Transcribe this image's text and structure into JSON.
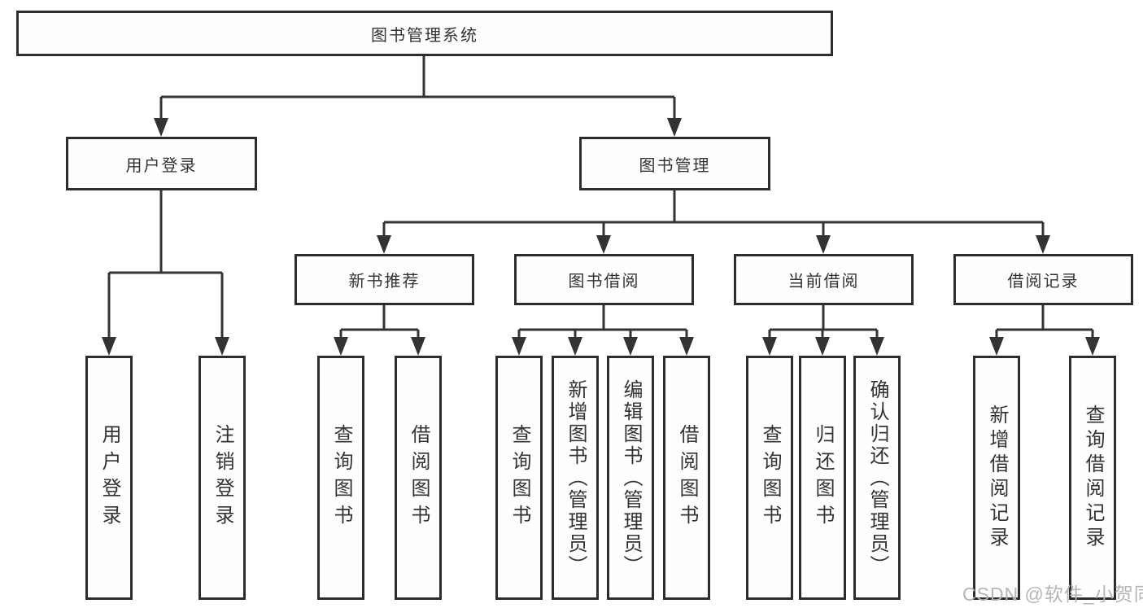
{
  "diagram": {
    "watermark": "CSDN @软件_小贺同学",
    "colors": {
      "line": "#333333",
      "box_border": "#2d2d2d",
      "text": "#333333",
      "background": "#ffffff",
      "watermark": "#b5b5b5"
    },
    "tree": {
      "label": "图书管理系统",
      "children": [
        {
          "label": "用户登录",
          "children": [
            {
              "label": "用户登录"
            },
            {
              "label": "注销登录"
            }
          ]
        },
        {
          "label": "图书管理",
          "children": [
            {
              "label": "新书推荐",
              "children": [
                {
                  "label": "查询图书"
                },
                {
                  "label": "借阅图书"
                }
              ]
            },
            {
              "label": "图书借阅",
              "children": [
                {
                  "label": "查询图书"
                },
                {
                  "label": "新增图书（管理员）"
                },
                {
                  "label": "编辑图书（管理员）"
                },
                {
                  "label": "借阅图书"
                }
              ]
            },
            {
              "label": "当前借阅",
              "children": [
                {
                  "label": "查询图书"
                },
                {
                  "label": "归还图书"
                },
                {
                  "label": "确认归还（管理员）"
                }
              ]
            },
            {
              "label": "借阅记录",
              "children": [
                {
                  "label": "新增借阅记录"
                },
                {
                  "label": "查询借阅记录"
                }
              ]
            }
          ]
        }
      ]
    }
  }
}
